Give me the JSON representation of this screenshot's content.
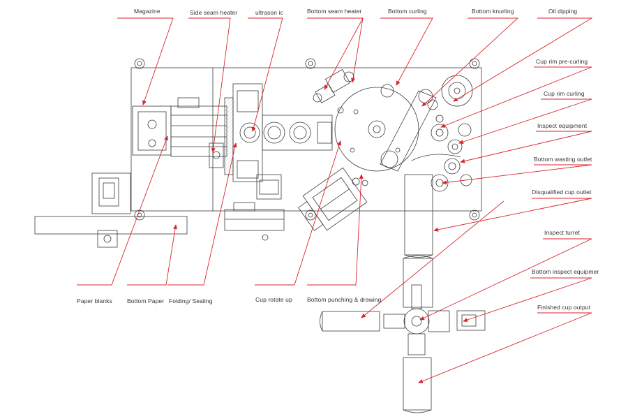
{
  "colors": {
    "leader": "#d9262c",
    "machine": "#3a3a3a",
    "hatch": "#9a9a9a",
    "text": "#333333"
  },
  "labels": {
    "magazine": "Magazine",
    "side_seam_heater": "Side seam heater",
    "ultrasonic": "ultrason ic",
    "bottom_seam_heater": "Bottom seam heater",
    "bottom_curling": "Bottom curling",
    "bottom_knurling": "Bottom knurling",
    "oil_dipping": "Oil dipping",
    "cup_rim_pre_curling": "Cup rim pre-curling",
    "cup_rim_curling": "Cup rim curling",
    "inspect_equipment": "Inspect equipment",
    "bottom_wasting_outlet": "Bottom wasting outlet",
    "disqualified_cup_outlet": "Disqualified cup outlet",
    "inspect_turret": "Inspect turret",
    "bottom_inspect_equipment": "Bottom inspect equipmer",
    "finished_cup_output": "Finished cup output",
    "paper_blanks": "Paper blanks",
    "bottom_paper": "Bottom Paper",
    "folding_sealing": "Folding/ Sealing",
    "cup_rotate_up": "Cup rotate up",
    "bottom_punching_drawing": "Bottom punching & drawing"
  }
}
